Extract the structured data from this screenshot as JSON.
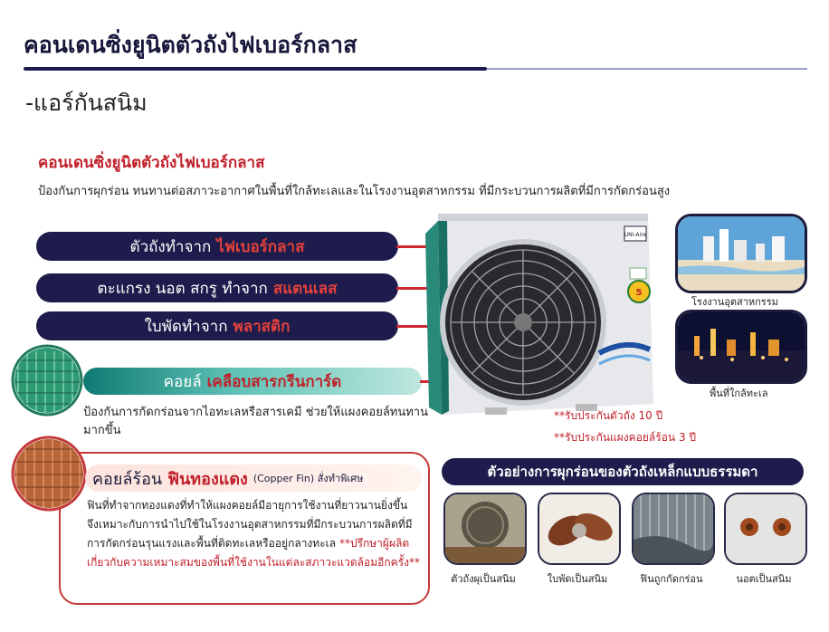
{
  "header": {
    "title": "คอนเดนซิ่งยูนิตตัวถังไฟเบอร์กลาส",
    "subtitle": "-แอร์กันสนิม"
  },
  "section": {
    "heading": "คอนเดนซิ่งยูนิตตัวถังไฟเบอร์กลาส",
    "description": "ป้องกันการผุกร่อน ทนทานต่อสภาวะอากาศในพื้นที่ใกล้ทะเลและในโรงงานอุตสาหกรรม ที่มีกระบวนการผลิตที่มีการกัดกร่อนสูง"
  },
  "features": [
    {
      "label": "ตัวถังทำจาก",
      "highlight": "ไฟเบอร์กลาส"
    },
    {
      "label": "ตะแกรง นอต สกรู ทำจาก",
      "highlight": "สแตนเลส"
    },
    {
      "label": "ใบพัดทำจาก",
      "highlight": "พลาสติก"
    },
    {
      "label": "คอยล์",
      "highlight": "เคลือบสารกรีนการ์ด"
    }
  ],
  "coil_description": "ป้องกันการกัดกร่อนจากไอทะเลหรือสารเคมี ช่วยให้แผงคอยล์ทนทานมากขึ้น",
  "product": {
    "brand": "UNI-Aire",
    "energy_label": "5"
  },
  "side_photos": [
    {
      "caption": "โรงงานอุตสาหกรรม"
    },
    {
      "caption": "พื้นที่ใกล้ทะเล"
    }
  ],
  "warranty": [
    "**รับประกันตัวถัง 10 ปี",
    "**รับประกันแผงคอยล์ร้อน 3 ปี"
  ],
  "copper_fin": {
    "title": "คอยล์ร้อน",
    "highlight": "ฟินทองแดง",
    "suffix": "(Copper Fin) สั่งทำพิเศษ",
    "description": "ฟินที่ทำจากทองแดงที่ทำให้แผงคอยล์มีอายุการใช้งานที่ยาวนานยิ่งขึ้น จึงเหมาะกับการนำไปใช้ในโรงงานอุตสาหกรรมที่มีกระบวนการผลิตที่มีการกัดกร่อนรุนแรงและพื้นที่ติดทะเลหรืออยู่กลางทะเล",
    "note": "**ปรึกษาผู้ผลิตเกี่ยวกับความเหมาะสมของพื้นที่ใช้งานในแต่ละสภาวะแวดล้อมอีกครั้ง**"
  },
  "examples": {
    "banner": "ตัวอย่างการผุกร่อนของตัวถังเหล็กแบบธรรมดา",
    "items": [
      {
        "caption": "ตัวถังผุเป็นสนิม"
      },
      {
        "caption": "ใบพัดเป็นสนิม"
      },
      {
        "caption": "ฟินถูกกัดกร่อน"
      },
      {
        "caption": "นอตเป็นสนิม"
      }
    ]
  },
  "colors": {
    "navy": "#1d1c4c",
    "accent_red": "#c0202a",
    "teal": "#0f7a72"
  }
}
